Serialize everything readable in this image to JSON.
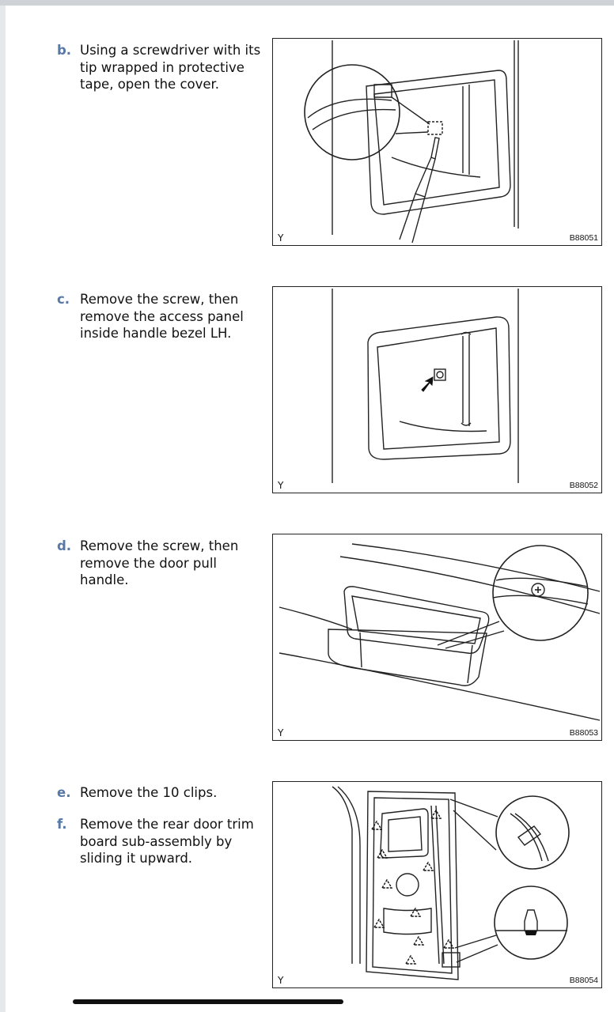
{
  "steps": [
    {
      "letter": "b.",
      "text": "Using a screwdriver with its tip wrapped in protective tape, open the cover."
    },
    {
      "letter": "c.",
      "text": "Remove the screw, then remove the access panel inside handle bezel LH."
    },
    {
      "letter": "d.",
      "text": "Remove the screw, then remove the door pull handle."
    },
    {
      "letter": "e.",
      "text": "Remove the 10 clips."
    },
    {
      "letter": "f.",
      "text": "Remove the rear door trim board sub-assembly by sliding it upward."
    }
  ],
  "figures": [
    {
      "label": "Y",
      "code": "B88051"
    },
    {
      "label": "Y",
      "code": "B88052"
    },
    {
      "label": "Y",
      "code": "B88053"
    },
    {
      "label": "Y",
      "code": "B88054"
    }
  ]
}
